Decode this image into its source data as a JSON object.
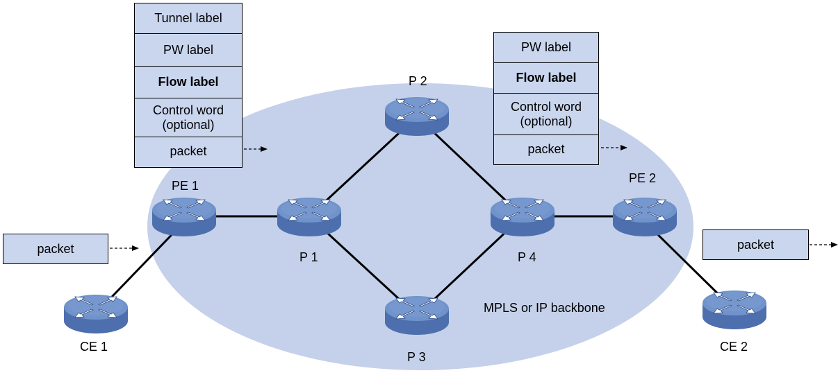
{
  "backbone_label": "MPLS or IP backbone",
  "nodes": {
    "pe1": "PE 1",
    "pe2": "PE 2",
    "p1": "P 1",
    "p2": "P 2",
    "p3": "P 3",
    "p4": "P 4",
    "ce1": "CE 1",
    "ce2": "CE 2"
  },
  "left_stack": {
    "tunnel_label": "Tunnel label",
    "pw_label": "PW label",
    "flow_label": "Flow label",
    "control_word": "Control word",
    "control_word_note": "(optional)",
    "packet": "packet"
  },
  "right_stack": {
    "pw_label": "PW label",
    "flow_label": "Flow label",
    "control_word": "Control word",
    "control_word_note": "(optional)",
    "packet": "packet"
  },
  "ingress_packet": "packet",
  "egress_packet": "packet",
  "colors": {
    "backbone_fill": "#c5d1ea",
    "box_fill": "#c9d6ee",
    "router_top": "#6f8ec6",
    "router_side": "#4d6fad"
  },
  "icons": {
    "router": "router-icon",
    "arrow": "dashed-arrow-icon"
  }
}
